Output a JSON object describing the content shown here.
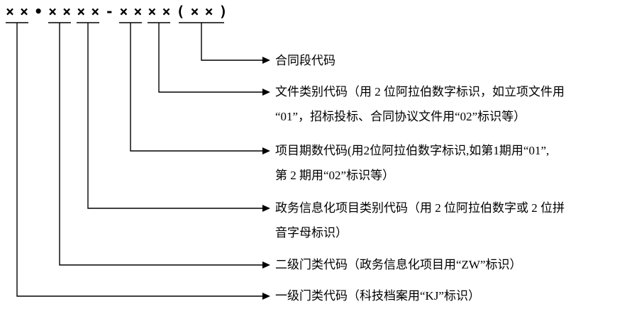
{
  "code": {
    "text": "××•××××-××××(××)"
  },
  "labels": [
    {
      "name": "contract-section-code",
      "text": "合同段代码"
    },
    {
      "name": "file-category-code",
      "text": "文件类别代码（用 2 位阿拉伯数字标识，如立项文件用\n“01”，招标投标、合同协议文件用“02”标识等）"
    },
    {
      "name": "project-phase-code",
      "text": "项目期数代码(用2位阿拉伯数字标识,如第1期用“01”,\n第 2 期用“02”标识等）"
    },
    {
      "name": "egov-project-category-code",
      "text": "政务信息化项目类别代码（用 2 位阿拉伯数字或 2 位拼\n音字母标识）"
    },
    {
      "name": "second-level-category-code",
      "text": "二级门类代码（政务信息化项目用“ZW”标识）"
    },
    {
      "name": "first-level-category-code",
      "text": "一级门类代码（科技档案用“KJ”标识）"
    }
  ],
  "colors": {
    "line": "#000000",
    "text": "#000000",
    "background": "#ffffff"
  }
}
